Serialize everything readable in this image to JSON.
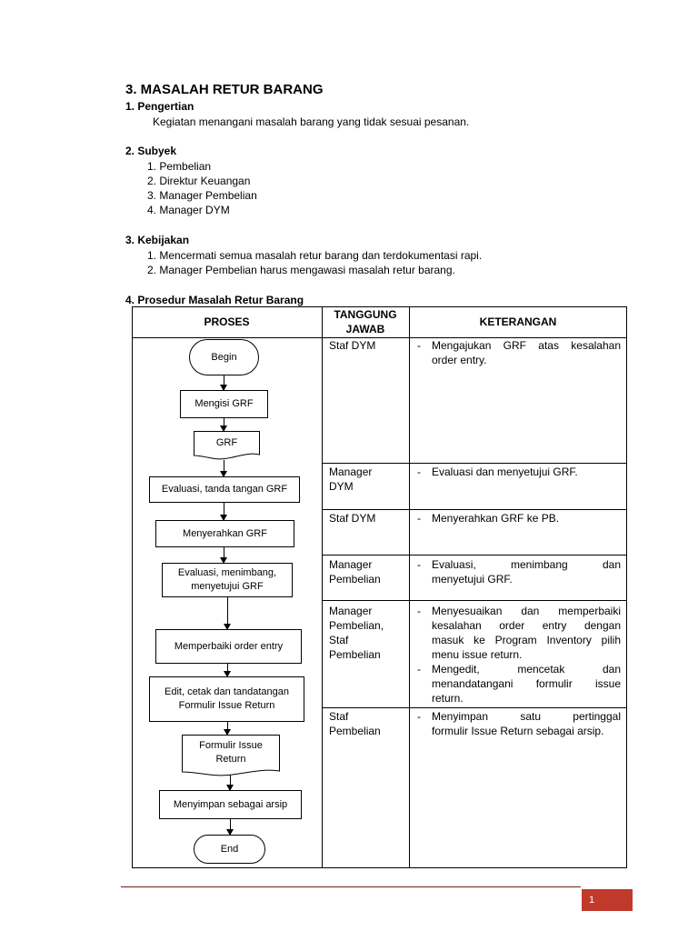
{
  "title": "3. MASALAH RETUR BARANG",
  "sections": {
    "pengertian": {
      "heading": "1. Pengertian",
      "text": "Kegiatan menangani masalah barang yang tidak sesuai pesanan."
    },
    "subyek": {
      "heading": "2. Subyek",
      "items": [
        "1. Pembelian",
        "2. Direktur Keuangan",
        "3. Manager Pembelian",
        "4. Manager DYM"
      ]
    },
    "kebijakan": {
      "heading": "3. Kebijakan",
      "items": [
        "1. Mencermati semua masalah retur barang dan terdokumentasi rapi.",
        "2. Manager Pembelian harus mengawasi masalah retur barang."
      ]
    },
    "prosedur": {
      "heading": "4. Prosedur Masalah Retur Barang"
    }
  },
  "table": {
    "headers": {
      "proses": "PROSES",
      "tanggung_line1": "TANGGUNG",
      "tanggung_line2": "JAWAB",
      "keterangan": "KETERANGAN"
    },
    "rows": [
      {
        "resp": [
          "Staf DYM"
        ],
        "desc": [
          [
            "Mengajukan GRF atas kesalahan",
            "order entry."
          ]
        ]
      },
      {
        "resp": [
          "Manager",
          "DYM"
        ],
        "desc": [
          [
            "Evaluasi dan menyetujui GRF."
          ]
        ]
      },
      {
        "resp": [
          "Staf DYM"
        ],
        "desc": [
          [
            "Menyerahkan GRF ke PB."
          ]
        ]
      },
      {
        "resp": [
          "Manager",
          "Pembelian"
        ],
        "desc": [
          [
            "Evaluasi, menimbang dan",
            "menyetujui GRF."
          ]
        ]
      },
      {
        "resp": [
          "Manager",
          "Pembelian,",
          "Staf",
          "Pembelian"
        ],
        "desc": [
          [
            "Menyesuaikan dan memperbaiki",
            "kesalahan order entry dengan",
            "masuk ke Program Inventory pilih",
            "menu issue return."
          ],
          [
            "Mengedit, mencetak dan",
            "menandatangani formulir issue",
            "return."
          ]
        ]
      },
      {
        "resp": [
          "Staf",
          "Pembelian"
        ],
        "desc": [
          [
            "Menyimpan satu pertinggal",
            "formulir Issue Return sebagai arsip."
          ]
        ]
      }
    ],
    "dash": "-"
  },
  "flow": {
    "begin": "Begin",
    "mengisi": "Mengisi GRF",
    "grf_doc": "GRF",
    "evaluasi_ttd": "Evaluasi, tanda tangan GRF",
    "menyerahkan": "Menyerahkan GRF",
    "evaluasi_line1": "Evaluasi, menimbang,",
    "evaluasi_line2": "menyetujui GRF",
    "memperbaiki": "Memperbaiki order entry",
    "edit_line1": "Edit, cetak dan tandatangan",
    "edit_line2": "Formulir Issue Return",
    "form_line1": "Formulir Issue",
    "form_line2": "Return",
    "menyimpan": "Menyimpan sebagai arsip",
    "end": "End"
  },
  "footer": {
    "page_number": "1"
  }
}
